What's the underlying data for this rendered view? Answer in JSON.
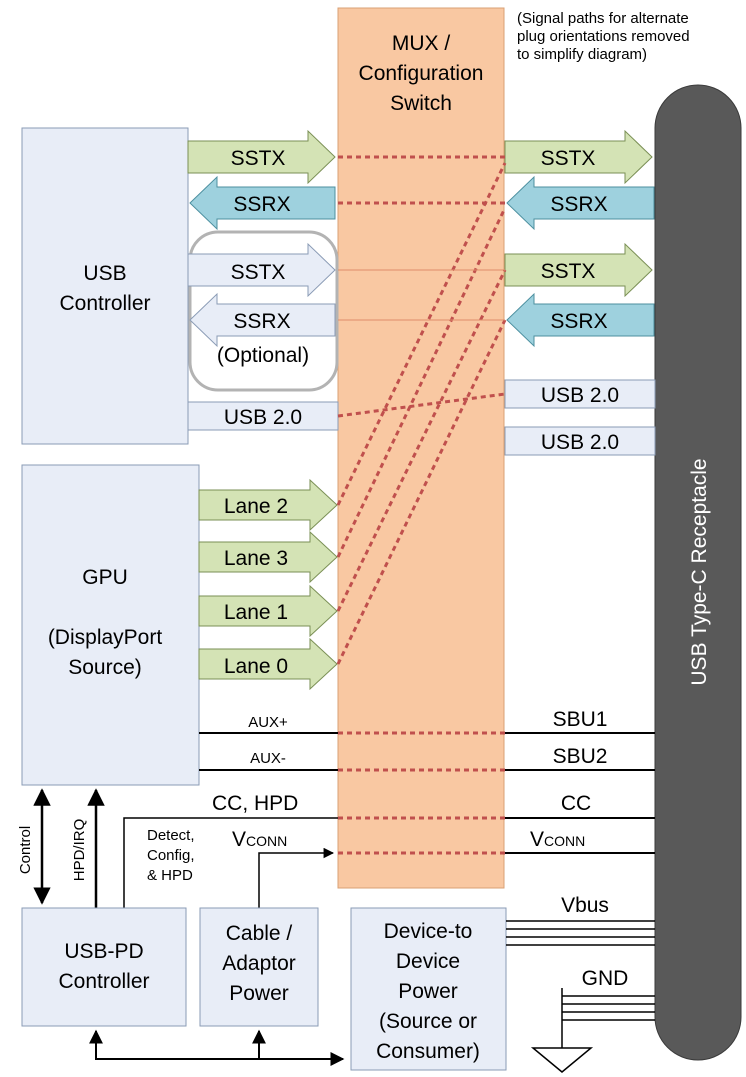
{
  "note": [
    "(Signal paths for alternate",
    "plug orientations removed",
    "to simplify diagram)"
  ],
  "mux": {
    "label": [
      "MUX /",
      "Configuration",
      "Switch"
    ]
  },
  "receptacle": {
    "label": "USB Type-C Receptacle"
  },
  "usb_controller": {
    "label": [
      "USB",
      "Controller"
    ]
  },
  "gpu": {
    "label": [
      "GPU",
      "",
      "(DisplayPort",
      "Source)"
    ]
  },
  "usbpd": {
    "label": [
      "USB-PD",
      "Controller"
    ]
  },
  "cable_power": {
    "label": [
      "Cable /",
      "Adaptor",
      "Power"
    ]
  },
  "device_power": {
    "label": [
      "Device-to",
      "Device",
      "Power",
      "(Source or",
      "Consumer)"
    ]
  },
  "left_signals": {
    "sstx": "SSTX",
    "ssrx": "SSRX",
    "opt_sstx": "SSTX",
    "opt_ssrx": "SSRX",
    "optional": "(Optional)",
    "usb2": "USB 2.0",
    "lane2": "Lane 2",
    "lane3": "Lane 3",
    "lane1": "Lane 1",
    "lane0": "Lane 0",
    "aux_plus": "AUX+",
    "aux_minus": "AUX-",
    "cc_hpd": "CC, HPD",
    "vconn_prefix": "V",
    "vconn_sub": "CONN",
    "detect": [
      "Detect,",
      "Config,",
      "& HPD"
    ],
    "control": "Control",
    "hpd_irq": "HPD/IRQ"
  },
  "right_signals": {
    "sstx1": "SSTX",
    "ssrx1": "SSRX",
    "sstx2": "SSTX",
    "ssrx2": "SSRX",
    "usb2_a": "USB 2.0",
    "usb2_b": "USB 2.0",
    "sbu1": "SBU1",
    "sbu2": "SBU2",
    "cc": "CC",
    "vconn_prefix": "V",
    "vconn_sub": "CONN",
    "vbus": "Vbus",
    "gnd": "GND"
  },
  "colors": {
    "mux_fill": "#f9c8a2",
    "box_fill": "#e8edf7",
    "green_arrow": "#d4e3b5",
    "blue_arrow": "#9ed1de",
    "receptacle_fill": "#595959",
    "dashed_path": "#c0504d"
  }
}
